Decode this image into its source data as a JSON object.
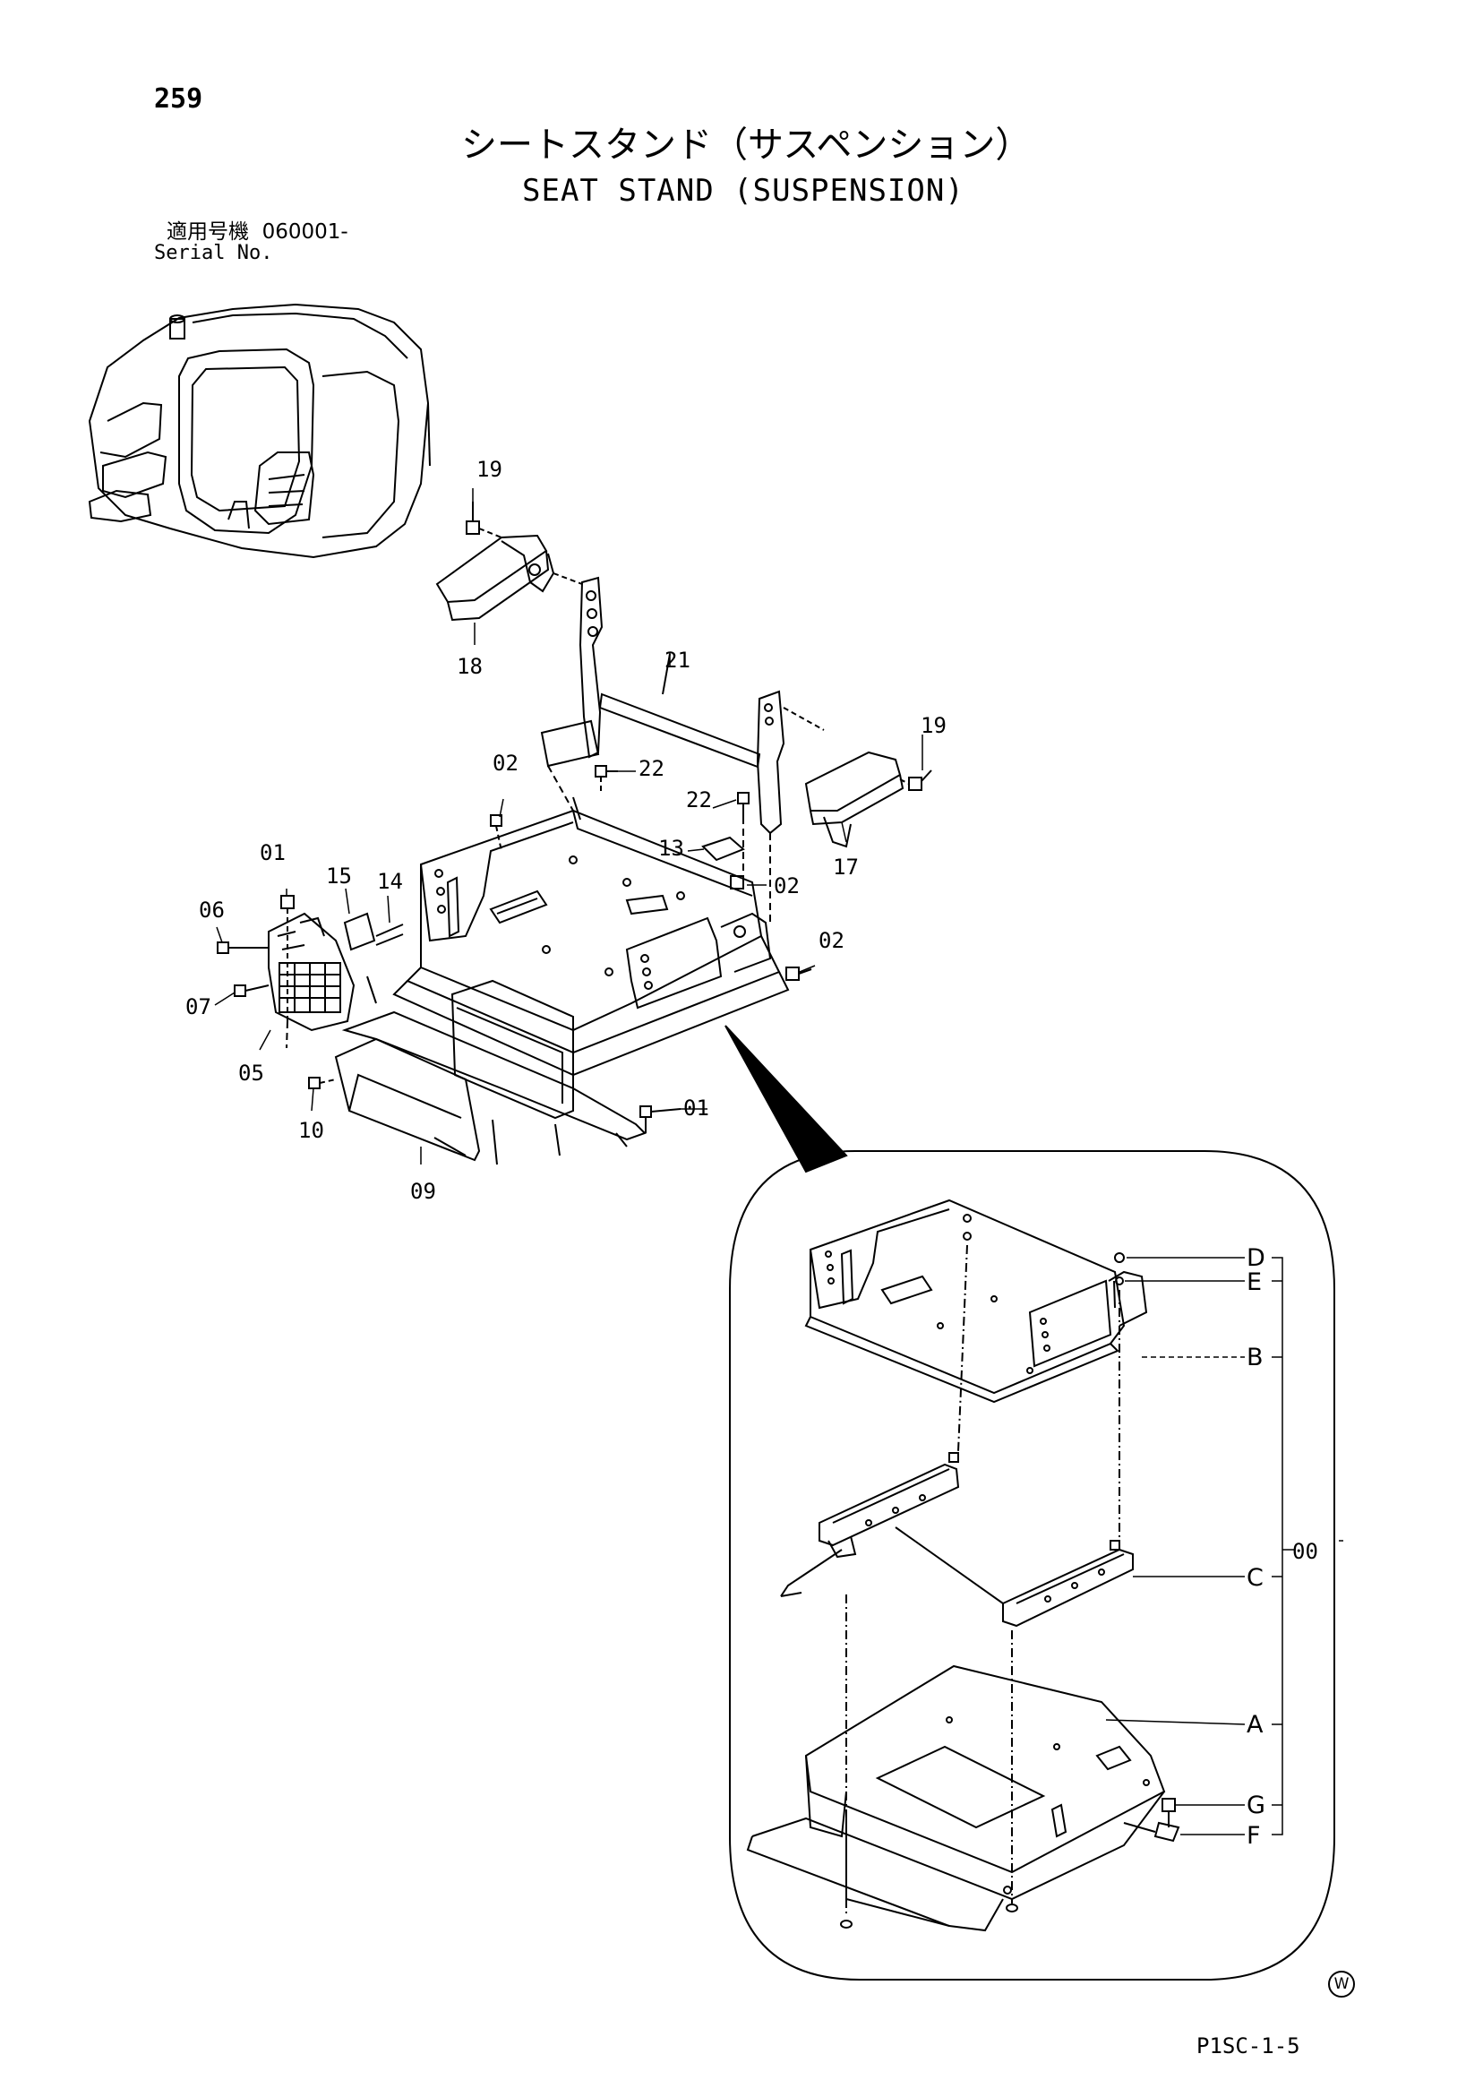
{
  "page": {
    "number": "259",
    "title_jp": "シートスタンド（サスペンション）",
    "title_en": "SEAT STAND (SUSPENSION)",
    "serial_label_jp": "適用号機",
    "serial_value": "060001-",
    "serial_label_en": "Serial No.",
    "page_code": "P1SC-1-5",
    "mark": "W"
  },
  "callouts": {
    "p01a": "01",
    "p01b": "01",
    "p02a": "02",
    "p02b": "02",
    "p02c": "02",
    "p05": "05",
    "p06": "06",
    "p07": "07",
    "p09": "09",
    "p10": "10",
    "p13": "13",
    "p14": "14",
    "p15": "15",
    "p17": "17",
    "p18": "18",
    "p19a": "19",
    "p19b": "19",
    "p21": "21",
    "p22a": "22",
    "p22b": "22"
  },
  "detail": {
    "letters": {
      "A": "A",
      "B": "B",
      "C": "C",
      "D": "D",
      "E": "E",
      "F": "F",
      "G": "G"
    },
    "assembly_label": "00"
  }
}
